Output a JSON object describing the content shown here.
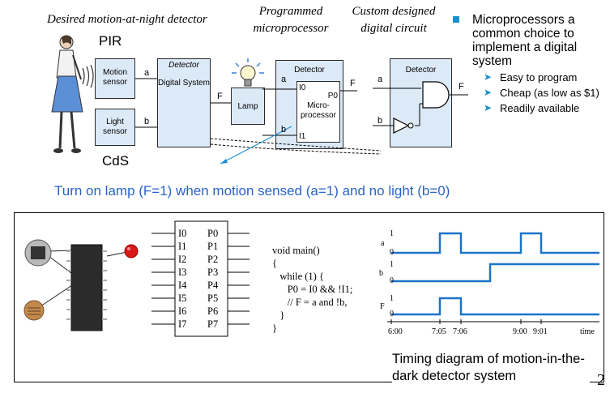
{
  "top": {
    "desired_caption": "Desired motion-at-night detector",
    "programmed_caption": "Programmed microprocessor",
    "custom_caption": "Custom designed digital circuit",
    "pir": "PIR",
    "cds": "CdS",
    "motion_sensor": "Motion sensor",
    "light_sensor": "Light sensor",
    "detector_italic": "Detector",
    "digital_system": "Digital System",
    "lamp": "Lamp",
    "detector": "Detector",
    "microprocessor": "Micro-processor",
    "i0": "I0",
    "p0": "P0",
    "i1": "I1",
    "a": "a",
    "b": "b",
    "f": "F"
  },
  "bullets": {
    "main": "Microprocessors a common choice to implement a digital system",
    "items": [
      "Easy to program",
      "Cheap (as low as $1)",
      "Readily available"
    ]
  },
  "subtitle": "Turn on lamp (F=1) when motion sensed (a=1) and no light (b=0)",
  "chip": {
    "inputs": [
      "I0",
      "I1",
      "I2",
      "I3",
      "I4",
      "I5",
      "I6",
      "I7"
    ],
    "outputs": [
      "P0",
      "P1",
      "P2",
      "P3",
      "P4",
      "P5",
      "P6",
      "P7"
    ]
  },
  "code": {
    "lines": [
      "void main()",
      "{",
      "   while (1) {",
      "      P0 = I0 && !I1;",
      "      // F = a and !b,",
      "   }",
      "}"
    ]
  },
  "timing": {
    "signals": [
      "a",
      "b",
      "F"
    ],
    "one": "1",
    "zero": "0",
    "ticks": [
      "6:00",
      "7:05",
      "7:06",
      "9:00",
      "9:01",
      "time"
    ],
    "caption": "Timing diagram of motion-in-the-dark detector system"
  },
  "page_number": "2",
  "colors": {
    "box_fill": "#dce9f7",
    "accent": "#1a8fd0",
    "subtitle": "#2a64c8"
  }
}
